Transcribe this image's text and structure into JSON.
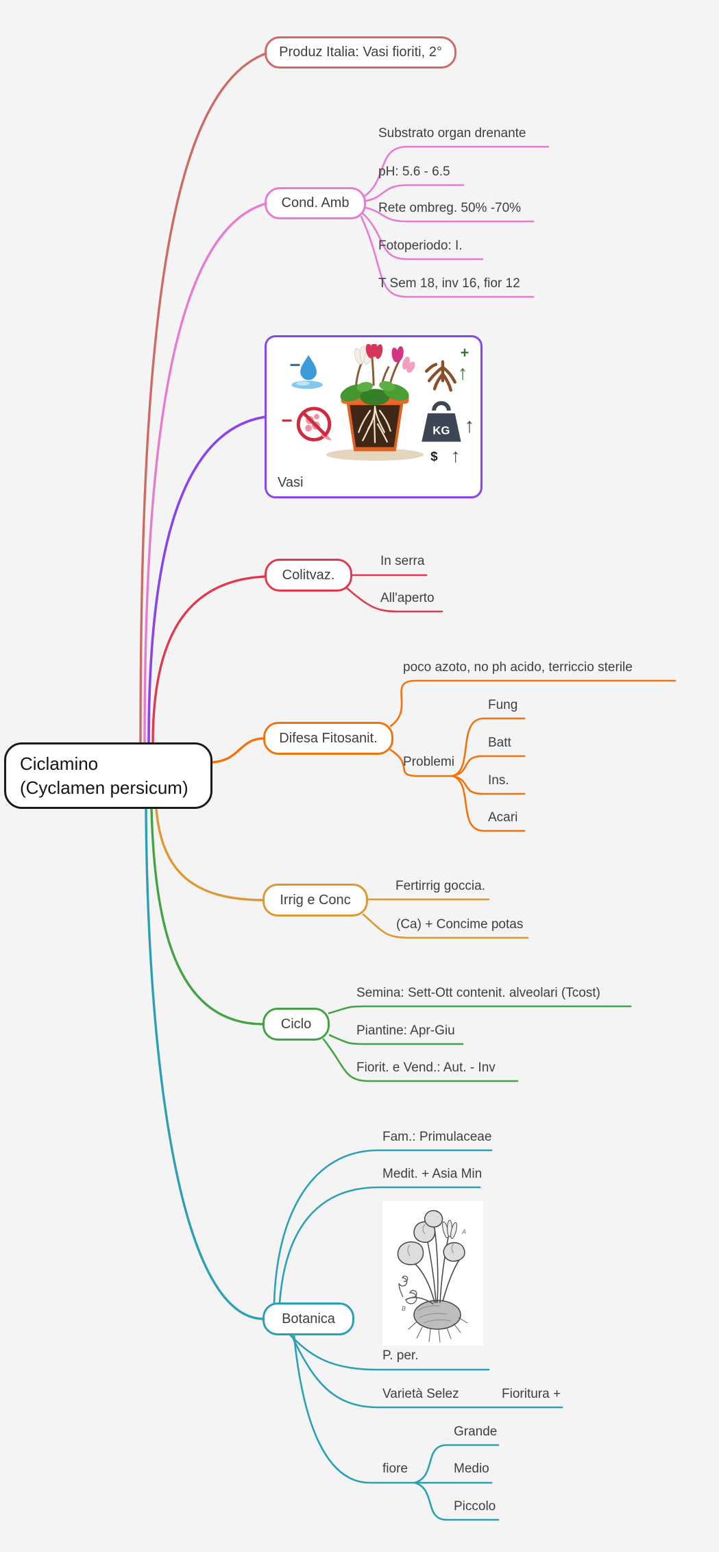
{
  "meta": {
    "background": "#f4f4f4",
    "root_border": "#1a1a1a"
  },
  "root": {
    "line1": "Ciclamino",
    "line2": "(Cyclamen persicum)"
  },
  "branches": {
    "produz": {
      "label": "Produz Italia: Vasi fioriti, 2°",
      "color": "#cd6a64"
    },
    "cond_amb": {
      "label": "Cond. Amb",
      "color": "#e87ad0",
      "children": {
        "substrato": "Substrato organ drenante",
        "ph": "pH: 5.6 - 6.5",
        "rete": "Rete ombreg. 50% -70%",
        "fotoperiodo": "Fotoperiodo: I.",
        "temperature": "T Sem 18, inv 16, fior 12"
      }
    },
    "vasi": {
      "label": "Vasi",
      "color": "#8b44e9",
      "icons": {
        "minus_water": "−",
        "minus_fungus": "−",
        "plus_roots": "+",
        "arrow_roots": "↑",
        "kg": "KG",
        "arrow_kg": "↑",
        "dollar": "$",
        "arrow_dollar": "↑"
      }
    },
    "colitvaz": {
      "label": "Colitvaz.",
      "color": "#e0394e",
      "children": {
        "serra": "In serra",
        "aperto": "All'aperto"
      }
    },
    "difesa": {
      "label": "Difesa Fitosanit.",
      "color": "#f2720c",
      "children": {
        "regola": "poco azoto, no ph acido, terriccio sterile",
        "problemi": {
          "label": "Problemi",
          "children": {
            "fung": "Fung",
            "batt": "Batt",
            "ins": "Ins.",
            "acari": "Acari"
          }
        }
      }
    },
    "irrig": {
      "label": "Irrig e Conc",
      "color": "#dd9831",
      "children": {
        "fertirrig": "Fertirrig goccia.",
        "concime": "(Ca) + Concime potas"
      }
    },
    "ciclo": {
      "label": "Ciclo",
      "color": "#41a341",
      "children": {
        "semina": "Semina: Sett-Ott contenit. alveolari (Tcost)",
        "piantine": "Piantine: Apr-Giu",
        "fioritura": "Fiorit. e Vend.: Aut. - Inv"
      }
    },
    "botanica": {
      "label": "Botanica",
      "color": "#2ba0b5",
      "children": {
        "famiglia": "Fam.: Primulaceae",
        "areale": "Medit. + Asia Min",
        "perenne": "P. per.",
        "varieta": {
          "label": "Varietà Selez",
          "child": "Fioritura +"
        },
        "fiore": {
          "label": "fiore",
          "children": {
            "grande": "Grande",
            "medio": "Medio",
            "piccolo": "Piccolo"
          }
        }
      },
      "image_labels": {
        "a": "A",
        "b": "B"
      }
    }
  }
}
